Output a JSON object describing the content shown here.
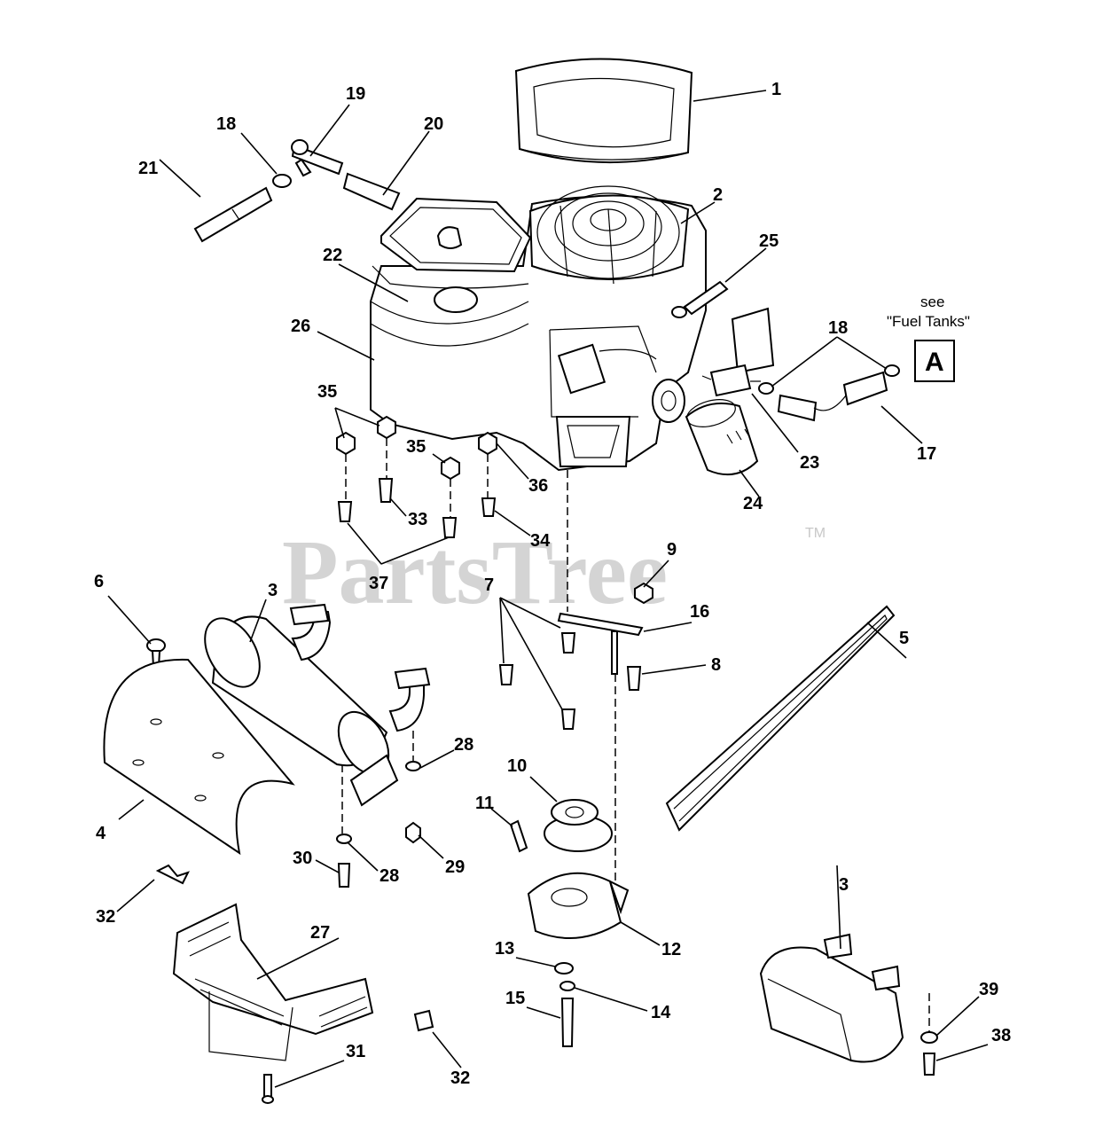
{
  "watermark": {
    "text": "PartsTree",
    "trademark": "TM"
  },
  "reference": {
    "see": "see",
    "target": "\"Fuel Tanks\"",
    "box": "A"
  },
  "callouts": {
    "c1": "1",
    "c2": "2",
    "c3a": "3",
    "c3b": "3",
    "c4": "4",
    "c5": "5",
    "c6": "6",
    "c7": "7",
    "c8": "8",
    "c9": "9",
    "c10": "10",
    "c11": "11",
    "c12": "12",
    "c13": "13",
    "c14": "14",
    "c15": "15",
    "c16": "16",
    "c17": "17",
    "c18a": "18",
    "c18b": "18",
    "c19": "19",
    "c20": "20",
    "c21": "21",
    "c22": "22",
    "c23": "23",
    "c24": "24",
    "c25": "25",
    "c26": "26",
    "c27": "27",
    "c28a": "28",
    "c28b": "28",
    "c29": "29",
    "c30": "30",
    "c31": "31",
    "c32a": "32",
    "c32b": "32",
    "c33": "33",
    "c34": "34",
    "c35a": "35",
    "c35b": "35",
    "c36": "36",
    "c37": "37",
    "c38": "38",
    "c39": "39"
  }
}
